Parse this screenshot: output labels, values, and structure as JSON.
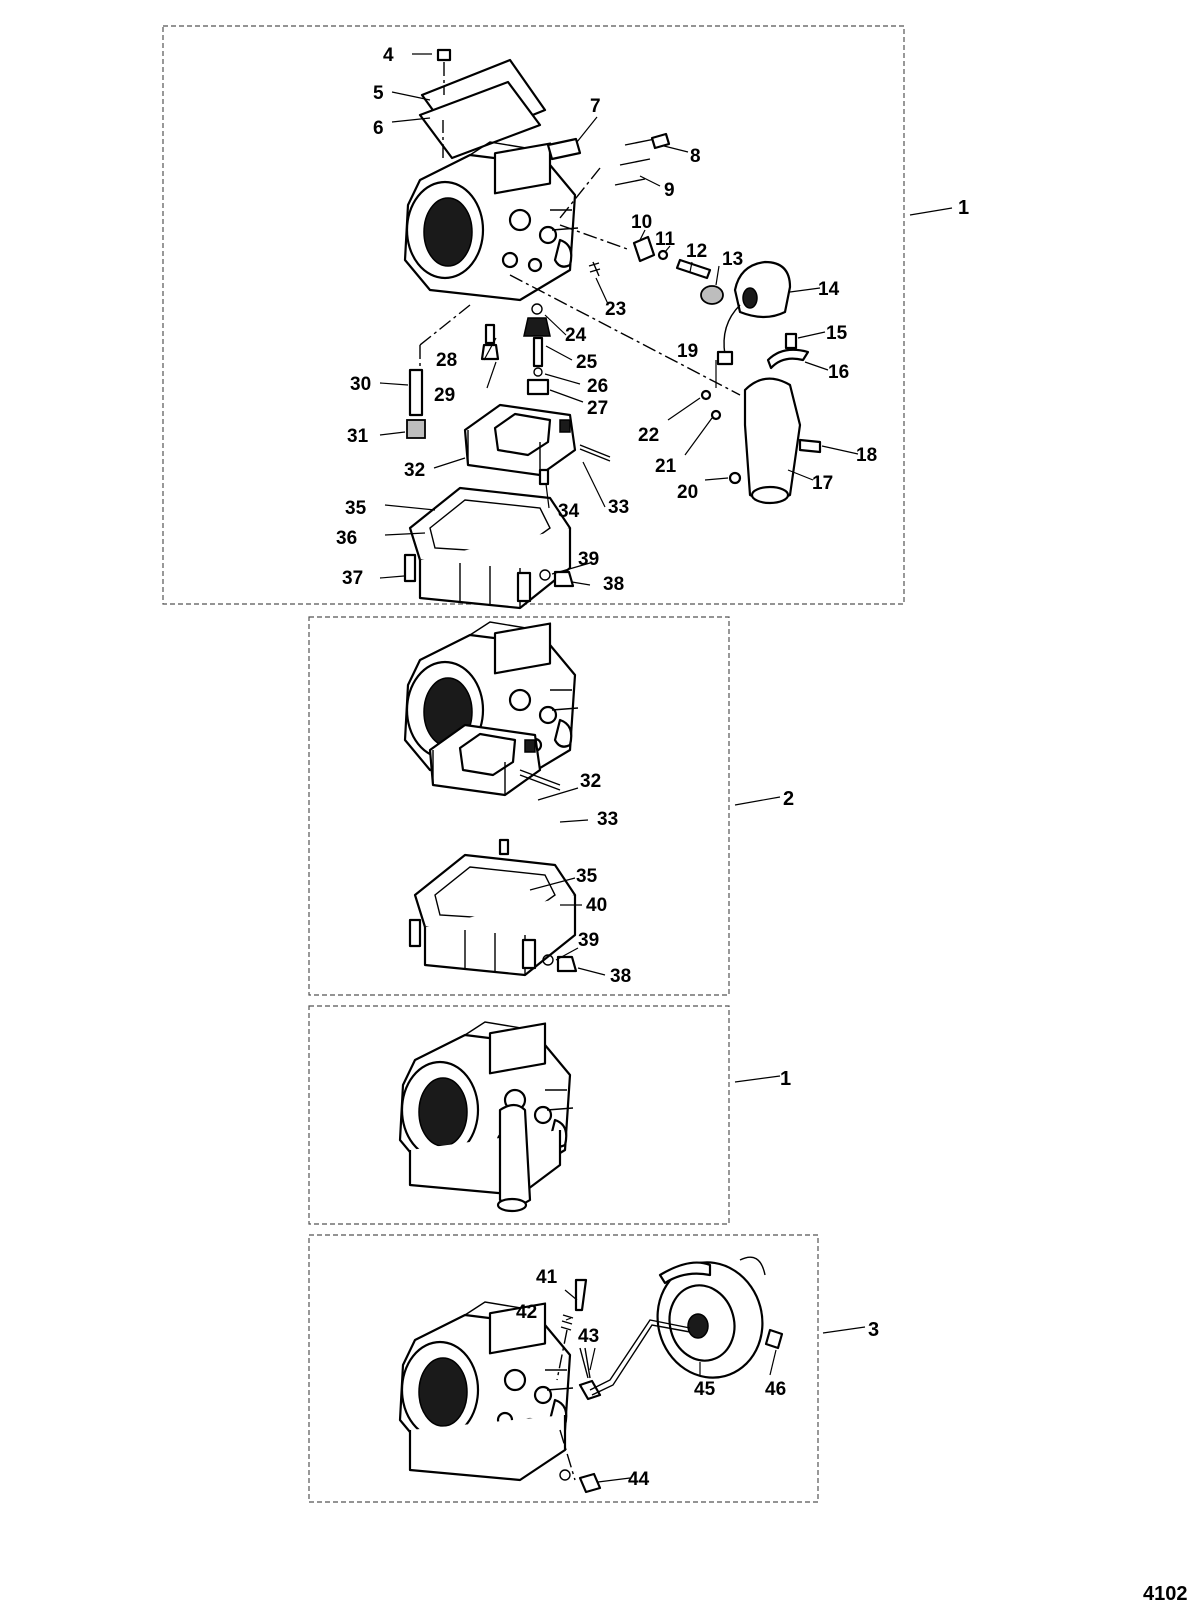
{
  "panels": [
    {
      "id": "exploded",
      "ref_label": "1",
      "callouts": [
        "4",
        "5",
        "6",
        "7",
        "8",
        "9",
        "10",
        "11",
        "12",
        "13",
        "14",
        "15",
        "16",
        "17",
        "18",
        "19",
        "20",
        "21",
        "22",
        "23",
        "24",
        "25",
        "26",
        "27",
        "28",
        "29",
        "30",
        "31",
        "32",
        "33",
        "34",
        "35",
        "36",
        "37",
        "38",
        "39"
      ]
    },
    {
      "id": "float-bowl-assembly",
      "ref_label": "2",
      "callouts": [
        "32",
        "33",
        "35",
        "40",
        "39",
        "38"
      ]
    },
    {
      "id": "carburetor-complete",
      "ref_label": "1",
      "callouts": []
    },
    {
      "id": "choke-assembly",
      "ref_label": "3",
      "callouts": [
        "41",
        "42",
        "43",
        "44",
        "45",
        "46"
      ]
    }
  ],
  "figure_number": "4102"
}
